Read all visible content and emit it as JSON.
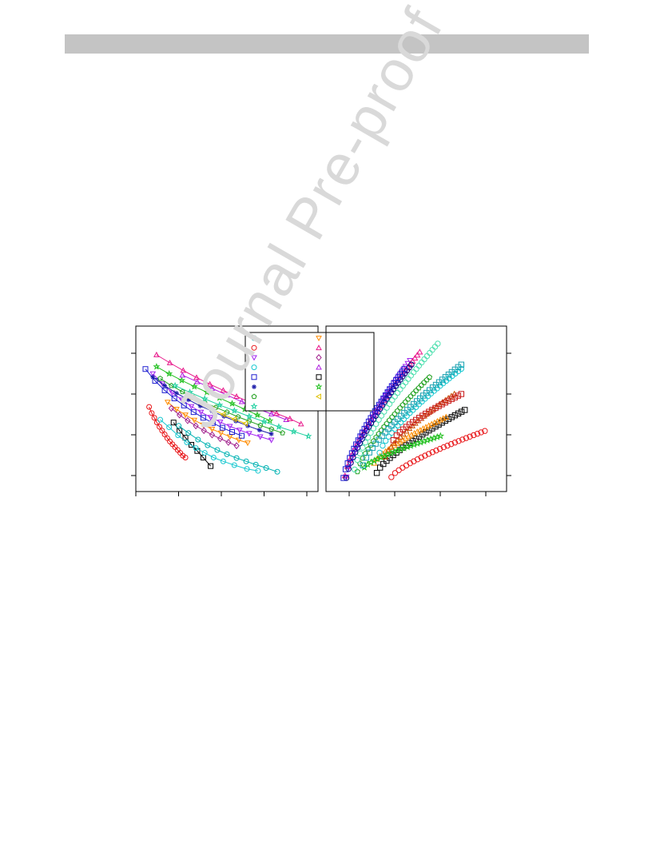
{
  "watermark": {
    "text": "Journal Pre-proof"
  },
  "chart_data": [
    {
      "type": "line",
      "markers": true,
      "axes": {
        "xticks_count": 5,
        "yticks_count": 4,
        "tick_labels_visible": false
      },
      "legend": {
        "placement": "top-right",
        "entries": [
          {
            "marker": "circle",
            "color": "#00b2b2"
          },
          {
            "marker": "triangle-down",
            "color": "#ff8c00"
          },
          {
            "marker": "circle",
            "color": "#e8171a"
          },
          {
            "marker": "triangle-up",
            "color": "#e8178a"
          },
          {
            "marker": "triangle-down",
            "color": "#a020f0"
          },
          {
            "marker": "diamond",
            "color": "#a0208c"
          },
          {
            "marker": "circle",
            "color": "#18c8d0"
          },
          {
            "marker": "triangle-up",
            "color": "#b020e0"
          },
          {
            "marker": "square",
            "color": "#1f1fd0"
          },
          {
            "marker": "square",
            "color": "#000000"
          },
          {
            "marker": "asterisk",
            "color": "#1a1aa8"
          },
          {
            "marker": "star",
            "color": "#22c020"
          },
          {
            "marker": "pentagon",
            "color": "#22a020"
          },
          {
            "marker": "triangle-left",
            "color": "#e0c000"
          },
          {
            "marker": "star",
            "color": "#20d0a0"
          }
        ]
      },
      "series": [
        {
          "marker": "circle",
          "color": "#e8171a",
          "x": [
            0.5,
            0.85,
            1.2,
            1.55,
            1.9,
            2.25,
            2.6,
            2.95,
            3.3,
            3.65,
            4.0,
            4.35,
            4.7,
            5.05,
            5.4
          ],
          "y": [
            1.75,
            1.62,
            1.52,
            1.42,
            1.33,
            1.25,
            1.17,
            1.09,
            1.02,
            0.96,
            0.9,
            0.84,
            0.78,
            0.72,
            0.68
          ]
        },
        {
          "marker": "square",
          "color": "#000000",
          "x": [
            3.8,
            4.6,
            5.4,
            6.2,
            7.0,
            7.8,
            8.8
          ],
          "y": [
            1.42,
            1.25,
            1.1,
            0.95,
            0.82,
            0.68,
            0.5
          ]
        },
        {
          "marker": "circle",
          "color": "#18c8d0",
          "x": [
            2.0,
            3.2,
            4.4,
            5.6,
            6.8,
            8.0,
            9.2,
            10.5,
            12.0,
            13.7,
            15.2
          ],
          "y": [
            1.48,
            1.32,
            1.15,
            1.0,
            0.88,
            0.78,
            0.68,
            0.6,
            0.52,
            0.44,
            0.4
          ]
        },
        {
          "marker": "circle",
          "color": "#00b2b2",
          "x": [
            4.5,
            5.8,
            7.1,
            8.4,
            9.7,
            11.0,
            12.3,
            13.6,
            14.9,
            16.3,
            17.8
          ],
          "y": [
            1.35,
            1.2,
            1.06,
            0.94,
            0.84,
            0.75,
            0.67,
            0.6,
            0.53,
            0.46,
            0.38
          ]
        },
        {
          "marker": "triangle-down",
          "color": "#ff8c00",
          "x": [
            3.0,
            4.2,
            5.4,
            6.6,
            7.8,
            9.0,
            10.2,
            11.4,
            12.6,
            13.8
          ],
          "y": [
            1.85,
            1.7,
            1.58,
            1.47,
            1.37,
            1.28,
            1.2,
            1.12,
            1.05,
            0.99
          ]
        },
        {
          "marker": "diamond",
          "color": "#a0208c",
          "x": [
            3.5,
            4.6,
            5.7,
            6.8,
            7.9,
            9.0,
            10.1,
            11.2,
            12.3
          ],
          "y": [
            1.72,
            1.58,
            1.46,
            1.35,
            1.25,
            1.16,
            1.08,
            1.0,
            0.93
          ]
        },
        {
          "marker": "triangle-down",
          "color": "#a020f0",
          "x": [
            1.0,
            2.3,
            3.6,
            4.9,
            6.2,
            7.5,
            8.8,
            10.1,
            11.4,
            12.7,
            14.0,
            15.5,
            17.0
          ],
          "y": [
            2.45,
            2.24,
            2.05,
            1.9,
            1.76,
            1.64,
            1.53,
            1.43,
            1.34,
            1.26,
            1.19,
            1.12,
            1.05
          ]
        },
        {
          "marker": "square",
          "color": "#1f1fd0",
          "x": [
            0.0,
            1.3,
            2.6,
            3.9,
            5.2,
            6.5,
            7.8,
            9.1,
            10.4,
            11.7,
            13.0
          ],
          "y": [
            2.55,
            2.3,
            2.1,
            1.93,
            1.78,
            1.64,
            1.52,
            1.41,
            1.31,
            1.22,
            1.14
          ]
        },
        {
          "marker": "asterisk",
          "color": "#1a1aa8",
          "x": [
            1.0,
            2.6,
            4.2,
            5.8,
            7.4,
            9.0,
            10.6,
            12.2,
            13.8,
            15.4,
            17.0
          ],
          "y": [
            2.38,
            2.2,
            2.04,
            1.9,
            1.77,
            1.66,
            1.55,
            1.45,
            1.35,
            1.26,
            1.18
          ]
        },
        {
          "marker": "pentagon",
          "color": "#22a020",
          "x": [
            2.0,
            3.5,
            5.0,
            6.5,
            8.0,
            9.5,
            11.0,
            12.5,
            14.0,
            15.5,
            17.0,
            18.5
          ],
          "y": [
            2.35,
            2.2,
            2.07,
            1.95,
            1.84,
            1.74,
            1.64,
            1.54,
            1.45,
            1.36,
            1.28,
            1.2
          ]
        },
        {
          "marker": "star",
          "color": "#22c020",
          "x": [
            1.5,
            3.2,
            4.9,
            6.6,
            8.3,
            10.0,
            11.7,
            13.4,
            15.1,
            16.8
          ],
          "y": [
            2.6,
            2.45,
            2.31,
            2.18,
            2.06,
            1.94,
            1.82,
            1.7,
            1.58,
            1.46
          ]
        },
        {
          "marker": "triangle-up",
          "color": "#b020e0",
          "x": [
            5.0,
            7.0,
            9.0,
            11.0,
            13.0,
            15.0,
            17.0,
            19.0
          ],
          "y": [
            2.42,
            2.28,
            2.14,
            2.0,
            1.86,
            1.72,
            1.6,
            1.48
          ]
        },
        {
          "marker": "triangle-up",
          "color": "#e8178a",
          "x": [
            1.5,
            3.3,
            5.1,
            6.9,
            8.7,
            10.5,
            12.3,
            14.1,
            15.9,
            17.7,
            19.5,
            21.0
          ],
          "y": [
            2.85,
            2.68,
            2.52,
            2.37,
            2.23,
            2.1,
            1.97,
            1.85,
            1.73,
            1.61,
            1.5,
            1.39
          ]
        },
        {
          "marker": "star",
          "color": "#20d0a0",
          "x": [
            4.0,
            6.0,
            8.0,
            10.0,
            12.0,
            14.0,
            16.0,
            18.0,
            20.0,
            22.0
          ],
          "y": [
            2.2,
            2.06,
            1.92,
            1.79,
            1.67,
            1.55,
            1.44,
            1.33,
            1.23,
            1.13
          ]
        },
        {
          "marker": "triangle-left",
          "color": "#e0c000",
          "x": [
            6.0,
            7.5,
            9.0,
            10.5,
            12.0,
            13.5
          ],
          "y": [
            1.95,
            1.82,
            1.7,
            1.59,
            1.49,
            1.4
          ]
        }
      ]
    },
    {
      "type": "scatter",
      "axes": {
        "xticks_count": 4,
        "yticks_count": 4,
        "tick_labels_visible": false
      },
      "series": [
        {
          "marker": "circle",
          "color": "#e8171a",
          "x0": 3.45,
          "x1": 10.2,
          "y0": 0.02,
          "y1": 1.12,
          "n": 26
        },
        {
          "marker": "square",
          "color": "#000000",
          "x0": 2.4,
          "x1": 8.75,
          "y0": 0.12,
          "y1": 1.62,
          "n": 28
        },
        {
          "marker": "triangle-up",
          "color": "#ff8c00",
          "x0": 2.2,
          "x1": 7.4,
          "y0": 0.35,
          "y1": 1.45,
          "n": 26
        },
        {
          "marker": "triangle-up",
          "color": "#c85000",
          "x0": 3.0,
          "x1": 8.0,
          "y0": 0.5,
          "y1": 2.0,
          "n": 24
        },
        {
          "marker": "circle",
          "color": "#18c8d0",
          "x0": 2.6,
          "x1": 8.5,
          "y0": 0.6,
          "y1": 2.6,
          "n": 28
        },
        {
          "marker": "square",
          "color": "#c81818",
          "x0": 3.6,
          "x1": 8.5,
          "y0": 0.9,
          "y1": 2.0,
          "n": 22
        },
        {
          "marker": "pentagon",
          "color": "#22a020",
          "x0": 1.0,
          "x1": 6.2,
          "y0": 0.15,
          "y1": 2.4,
          "n": 28
        },
        {
          "marker": "star",
          "color": "#22c020",
          "x0": 1.5,
          "x1": 7.0,
          "y0": 0.25,
          "y1": 1.0,
          "n": 24
        },
        {
          "marker": "square",
          "color": "#18a0b0",
          "x0": 1.4,
          "x1": 8.5,
          "y0": 0.3,
          "y1": 2.7,
          "n": 32
        },
        {
          "marker": "circle",
          "color": "#50e0b0",
          "x0": 0.8,
          "x1": 6.8,
          "y0": 0.2,
          "y1": 3.2,
          "n": 32
        },
        {
          "marker": "triangle-down",
          "color": "#a020f0",
          "x0": 0.2,
          "x1": 4.8,
          "y0": 0.02,
          "y1": 2.8,
          "n": 30
        },
        {
          "marker": "triangle-up",
          "color": "#e8178a",
          "x0": 0.1,
          "x1": 5.5,
          "y0": 0.05,
          "y1": 3.0,
          "n": 32
        },
        {
          "marker": "circle",
          "color": "#000080",
          "x0": 0.2,
          "x1": 4.9,
          "y0": 0.0,
          "y1": 2.7,
          "n": 30
        },
        {
          "marker": "square",
          "color": "#1f1fd0",
          "x0": 0.0,
          "x1": 4.4,
          "y0": 0.0,
          "y1": 2.6,
          "n": 30
        }
      ]
    }
  ]
}
